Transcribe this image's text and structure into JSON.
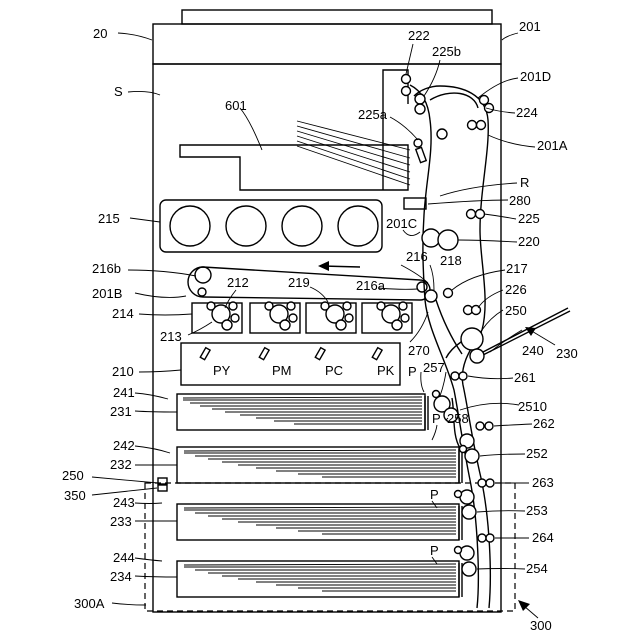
{
  "labels": {
    "l20": "20",
    "l201": "201",
    "l201D": "201D",
    "l201A": "201A",
    "l201B": "201B",
    "l201C": "201C",
    "lS": "S",
    "l601": "601",
    "l222": "222",
    "l225b": "225b",
    "l225a": "225a",
    "l224": "224",
    "lR": "R",
    "l280": "280",
    "l225": "225",
    "l215": "215",
    "l220": "220",
    "l216b": "216b",
    "l216": "216",
    "l218": "218",
    "l217": "217",
    "l212": "212",
    "l219": "219",
    "l216a": "216a",
    "l226": "226",
    "l214": "214",
    "l250a": "250",
    "l213": "213",
    "l270": "270",
    "l240": "240",
    "l230": "230",
    "l210": "210",
    "lP1": "P",
    "l257": "257",
    "l261": "261",
    "l241": "241",
    "l231": "231",
    "l2510": "2510",
    "lP2": "P",
    "l258": "258",
    "l262": "262",
    "l242": "242",
    "l232": "232",
    "l252": "252",
    "l250b": "250",
    "l263": "263",
    "l350": "350",
    "l243": "243",
    "lP3": "P",
    "l233": "233",
    "l253": "253",
    "l264": "264",
    "l244": "244",
    "lP4": "P",
    "l234": "234",
    "l254": "254",
    "l300A": "300A",
    "l300": "300"
  },
  "image_units": [
    "PY",
    "PM",
    "PC",
    "PK"
  ]
}
